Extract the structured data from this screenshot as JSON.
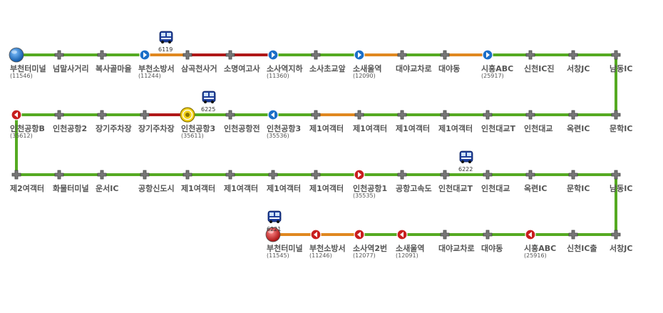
{
  "colors": {
    "normal": "#55aa22",
    "slow": "#e08820",
    "jam": "#b01818",
    "stop_fill": "#777777",
    "start_blue": "#1b6fc8",
    "end_red": "#c81e1e",
    "label": "#555555"
  },
  "stops": [
    {
      "name": "부천터미널",
      "id": "(11546)",
      "kind": "start-blue"
    },
    {
      "name": "넘말사거리",
      "kind": "plus"
    },
    {
      "name": "복사골마을",
      "kind": "plus"
    },
    {
      "name": "부천소방서",
      "id": "(11244)",
      "kind": "arrow-blue"
    },
    {
      "name": "삼곡천사거",
      "kind": "plus"
    },
    {
      "name": "소명여고사",
      "kind": "plus"
    },
    {
      "name": "소사역지하",
      "id": "(11360)",
      "kind": "arrow-blue"
    },
    {
      "name": "소사초교앞",
      "kind": "plus"
    },
    {
      "name": "소새울역",
      "id": "(12090)",
      "kind": "arrow-blue"
    },
    {
      "name": "대야교차로",
      "kind": "plus"
    },
    {
      "name": "대야동",
      "kind": "plus"
    },
    {
      "name": "시흥ABC",
      "id": "(25917)",
      "kind": "arrow-blue"
    },
    {
      "name": "신천IC진",
      "kind": "plus"
    },
    {
      "name": "서창JC",
      "kind": "plus"
    },
    {
      "name": "남동IC",
      "kind": "plus"
    },
    {
      "name": "문학IC",
      "kind": "plus"
    },
    {
      "name": "옥련IC",
      "kind": "plus"
    },
    {
      "name": "인천대교",
      "kind": "plus"
    },
    {
      "name": "인천대교T",
      "kind": "plus"
    },
    {
      "name": "제1여객터",
      "kind": "plus"
    },
    {
      "name": "제1여객터",
      "kind": "plus"
    },
    {
      "name": "제1여객터",
      "kind": "plus"
    },
    {
      "name": "제1여객터",
      "kind": "plus"
    },
    {
      "name": "인천공항3",
      "id": "(35536)",
      "kind": "arrow-blue"
    },
    {
      "name": "인천공항전",
      "kind": "plus"
    },
    {
      "name": "인천공항3",
      "id": "(35611)",
      "kind": "turn"
    },
    {
      "name": "장기주차장",
      "kind": "plus"
    },
    {
      "name": "장기주차장",
      "kind": "plus"
    },
    {
      "name": "인천공항2",
      "kind": "plus"
    },
    {
      "name": "인천공항B",
      "id": "(35612)",
      "kind": "arrow-red"
    },
    {
      "name": "제2여객터",
      "kind": "plus"
    },
    {
      "name": "화물터미널",
      "kind": "plus"
    },
    {
      "name": "운서IC",
      "kind": "plus"
    },
    {
      "name": "공항신도시",
      "kind": "plus"
    },
    {
      "name": "제1여객터",
      "kind": "plus"
    },
    {
      "name": "제1여객터",
      "kind": "plus"
    },
    {
      "name": "제1여객터",
      "kind": "plus"
    },
    {
      "name": "제1여객터",
      "kind": "plus"
    },
    {
      "name": "인천공항1",
      "id": "(35535)",
      "kind": "arrow-red"
    },
    {
      "name": "공항고속도",
      "kind": "plus"
    },
    {
      "name": "인천대교T",
      "kind": "plus"
    },
    {
      "name": "인천대교",
      "kind": "plus"
    },
    {
      "name": "옥련IC",
      "kind": "plus"
    },
    {
      "name": "문학IC",
      "kind": "plus"
    },
    {
      "name": "남동IC",
      "kind": "plus"
    },
    {
      "name": "서창JC",
      "kind": "plus"
    },
    {
      "name": "신천IC출",
      "kind": "plus"
    },
    {
      "name": "시흥ABC",
      "id": "(25916)",
      "kind": "arrow-red"
    },
    {
      "name": "대야동",
      "kind": "plus"
    },
    {
      "name": "대야교차로",
      "kind": "plus"
    },
    {
      "name": "소새울역",
      "id": "(12091)",
      "kind": "arrow-red"
    },
    {
      "name": "소사역2번",
      "id": "(12077)",
      "kind": "arrow-red"
    },
    {
      "name": "부천소방서",
      "id": "(11246)",
      "kind": "arrow-red"
    },
    {
      "name": "부천터미널",
      "id": "(11545)",
      "kind": "end-red"
    }
  ],
  "segments": [
    "normal",
    "normal",
    "normal",
    "slow",
    "jam",
    "jam",
    "normal",
    "normal",
    "slow",
    "normal",
    "slow",
    "normal",
    "normal",
    "normal",
    "normal",
    "normal",
    "normal",
    "normal",
    "normal",
    "normal",
    "normal",
    "slow",
    "normal",
    "normal",
    "normal",
    "jam",
    "normal",
    "normal",
    "normal",
    "normal",
    "normal",
    "normal",
    "normal",
    "normal",
    "normal",
    "normal",
    "normal",
    "normal",
    "normal",
    "normal",
    "normal",
    "normal",
    "normal",
    "normal",
    "normal",
    "normal",
    "normal",
    "normal",
    "normal",
    "normal",
    "normal",
    "slow",
    "slow",
    "normal"
  ],
  "buses": [
    {
      "number": "6119",
      "after": 3
    },
    {
      "number": "6225",
      "after": 24
    },
    {
      "number": "6222",
      "after": 40
    },
    {
      "number": "6221",
      "after": 53
    }
  ]
}
